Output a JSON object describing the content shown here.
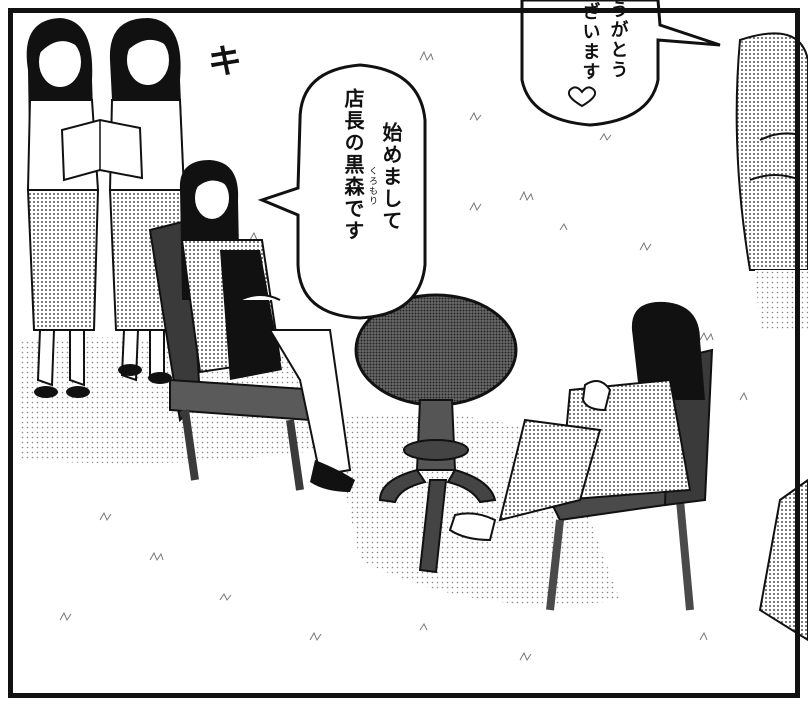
{
  "speech_top": {
    "lines": [
      "うがとう",
      "ざいます"
    ]
  },
  "speech_main": {
    "lines": [
      "始めまして",
      "店長の黒森です"
    ],
    "furigana": "くろもり"
  },
  "sfx_text": "キ",
  "colors": {
    "ink": "#111111",
    "paper": "#ffffff",
    "tone": "#9a9a9a",
    "tone_light": "#cfcfcf"
  }
}
